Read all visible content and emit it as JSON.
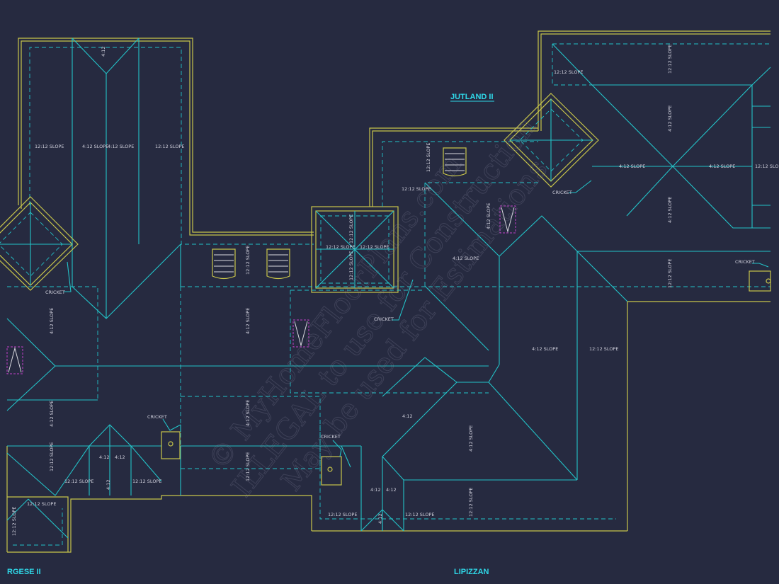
{
  "plan_titles": {
    "jutland": "JUTLAND II",
    "lipizzan": "LIPIZZAN",
    "rgese": "RGESE II"
  },
  "watermark": {
    "line1": "© MyHomeFloorPlans.com",
    "line2": "ILLEGAL to use for Construction",
    "line3": "May be used for Estimations"
  },
  "labels": {
    "slope_12": "12:12 SLOPE",
    "slope_4": "4:12 SLOPE",
    "pitch_4": "4:12",
    "cricket": "CRICKET"
  },
  "colors": {
    "background": "#262a40",
    "wall_line": "#c8c54a",
    "roof_line": "#23c3c8",
    "vent": "#c040c8",
    "title": "#2fd8e8"
  }
}
